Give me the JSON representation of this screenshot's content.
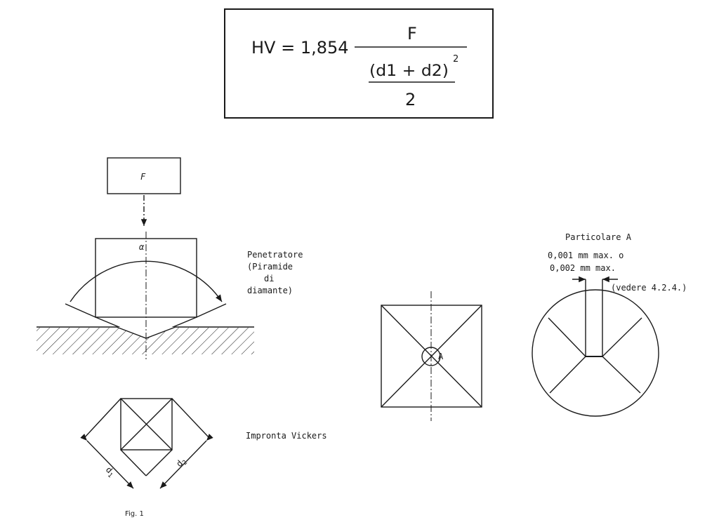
{
  "formula": {
    "lhs": "HV = 1,854",
    "numerator": "F",
    "denominator_top": "(d1 + d2)",
    "exponent": "2",
    "denominator_bottom": "2"
  },
  "labels": {
    "force": "F",
    "alpha": "α",
    "penetrator": [
      "Penetratore",
      "(Piramide",
      "di",
      "diamante)"
    ],
    "impronta": "Impronta Vickers",
    "d1": "d",
    "d1_sub": "1",
    "d2": "d",
    "d2_sub": "2",
    "detail_marker": "A",
    "detail_title": "Particolare A",
    "tolerance_line1": "0,001  mm  max. o",
    "tolerance_line2": "0,002  mm  max.",
    "reference": "(vedere 4.2.4.)",
    "caption": "Fig. 1"
  }
}
